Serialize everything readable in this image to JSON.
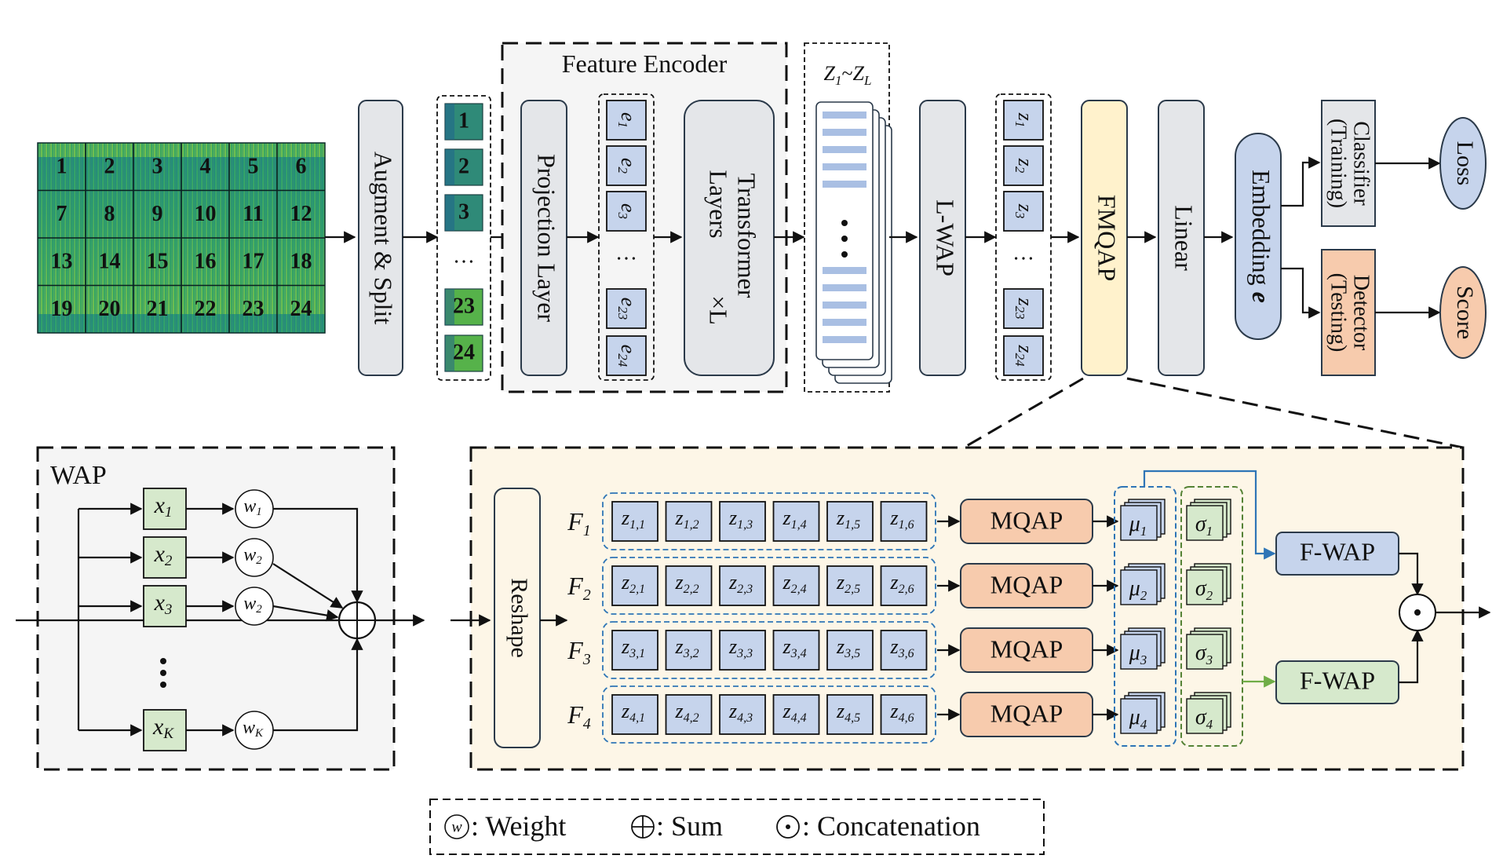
{
  "colors": {
    "spectrogram_base": "#2e9a5a",
    "gray_block": "#e4e6e9",
    "blue_block": "#c6d4ec",
    "light_blue_block": "#d9e2f3",
    "yellow_block": "#fff2cc",
    "orange_block": "#f7cbad",
    "green_block": "#d6e9cc",
    "panel_gray": "#f5f5f5",
    "panel_yellow": "#fdf6e7",
    "blue_dashed": "#2e75b6",
    "green_dashed": "#548235",
    "blue_arrow": "#2e75b6",
    "green_arrow": "#70ad47"
  },
  "spectrogram": {
    "patch_numbers": [
      "1",
      "2",
      "3",
      "4",
      "5",
      "6",
      "7",
      "8",
      "9",
      "10",
      "11",
      "12",
      "13",
      "14",
      "15",
      "16",
      "17",
      "18",
      "19",
      "20",
      "21",
      "22",
      "23",
      "24"
    ]
  },
  "patch_column": {
    "labels": [
      "1",
      "2",
      "3",
      "…",
      "23",
      "24"
    ]
  },
  "blocks": {
    "augment_split": "Augment & Split",
    "projection_layer": "Projection Layer",
    "transformer_line1": "Transformer",
    "transformer_line2": "Layers",
    "transformer_times": "×L",
    "lwap": "L-WAP",
    "fmqap": "FMQAP",
    "linear": "Linear",
    "embedding": "Embedding",
    "embedding_var": "e",
    "classifier_line1": "Classifier",
    "classifier_line2": "(Training)",
    "detector_line1": "Detector",
    "detector_line2": "(Testing)",
    "loss": "Loss",
    "score": "Score"
  },
  "feature_encoder": {
    "title": "Feature Encoder"
  },
  "e_tokens": [
    {
      "base": "e",
      "sub": "1"
    },
    {
      "base": "e",
      "sub": "2"
    },
    {
      "base": "e",
      "sub": "3"
    },
    {
      "base": "…",
      "sub": ""
    },
    {
      "base": "e",
      "sub": "23"
    },
    {
      "base": "e",
      "sub": "24"
    }
  ],
  "z_range": {
    "from_base": "Z",
    "from_sub": "1",
    "sep": "~",
    "to_base": "Z",
    "to_sub": "L"
  },
  "z_tokens": [
    {
      "base": "z",
      "sub": "1"
    },
    {
      "base": "z",
      "sub": "2"
    },
    {
      "base": "z",
      "sub": "3"
    },
    {
      "base": "…",
      "sub": ""
    },
    {
      "base": "z",
      "sub": "23"
    },
    {
      "base": "z",
      "sub": "24"
    }
  ],
  "wap": {
    "title": "WAP",
    "inputs": [
      {
        "base": "x",
        "sub": "1"
      },
      {
        "base": "x",
        "sub": "2"
      },
      {
        "base": "x",
        "sub": "3"
      },
      {
        "base": "x",
        "sub": "K"
      }
    ],
    "weights": [
      {
        "base": "w",
        "sub": "1"
      },
      {
        "base": "w",
        "sub": "2"
      },
      {
        "base": "w",
        "sub": "2"
      },
      {
        "base": "w",
        "sub": "K"
      }
    ]
  },
  "fmqap_detail": {
    "reshape": "Reshape",
    "rows": [
      {
        "label_base": "F",
        "label_sub": "1",
        "cells": [
          "1,1",
          "1,2",
          "1,3",
          "1,4",
          "1,5",
          "1,6"
        ],
        "mqap": "MQAP",
        "mu_sub": "1",
        "sigma_sub": "1"
      },
      {
        "label_base": "F",
        "label_sub": "2",
        "cells": [
          "2,1",
          "2,2",
          "2,3",
          "2,4",
          "2,5",
          "2,6"
        ],
        "mqap": "MQAP",
        "mu_sub": "2",
        "sigma_sub": "2"
      },
      {
        "label_base": "F",
        "label_sub": "3",
        "cells": [
          "3,1",
          "3,2",
          "3,3",
          "3,4",
          "3,5",
          "3,6"
        ],
        "mqap": "MQAP",
        "mu_sub": "3",
        "sigma_sub": "3"
      },
      {
        "label_base": "F",
        "label_sub": "4",
        "cells": [
          "4,1",
          "4,2",
          "4,3",
          "4,4",
          "4,5",
          "4,6"
        ],
        "mqap": "MQAP",
        "mu_sub": "4",
        "sigma_sub": "4"
      }
    ],
    "cell_base": "z",
    "mu_base": "μ",
    "sigma_base": "σ",
    "fwap_top": "F-WAP",
    "fwap_bottom": "F-WAP"
  },
  "legend": {
    "weight_symbol": "w",
    "weight_label": ": Weight",
    "sum_label": ": Sum",
    "concat_label": ": Concatenation"
  }
}
